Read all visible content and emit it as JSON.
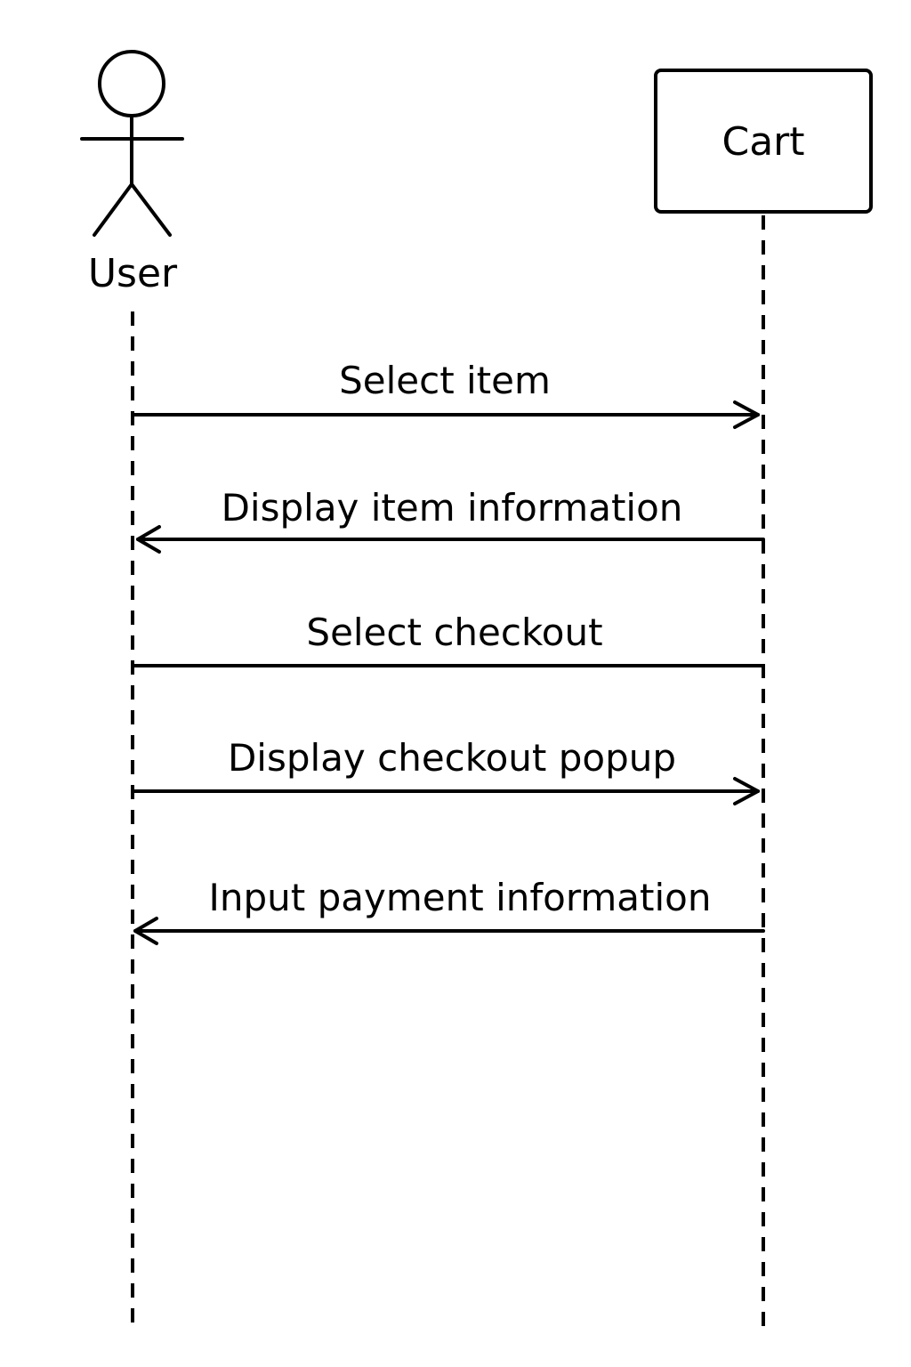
{
  "participants": {
    "user": {
      "label": "User",
      "kind": "actor"
    },
    "cart": {
      "label": "Cart",
      "kind": "object"
    }
  },
  "messages": [
    {
      "label": "Select item",
      "from": "user",
      "to": "cart",
      "arrowhead": "open"
    },
    {
      "label": "Display item information",
      "from": "cart",
      "to": "user",
      "arrowhead": "open"
    },
    {
      "label": "Select checkout",
      "from": "user",
      "to": "cart",
      "arrowhead": "none"
    },
    {
      "label": "Display checkout popup",
      "from": "user",
      "to": "cart",
      "arrowhead": "open"
    },
    {
      "label": "Input payment information",
      "from": "cart",
      "to": "user",
      "arrowhead": "open"
    }
  ],
  "colors": {
    "ink": "#000000",
    "background": "#ffffff"
  }
}
